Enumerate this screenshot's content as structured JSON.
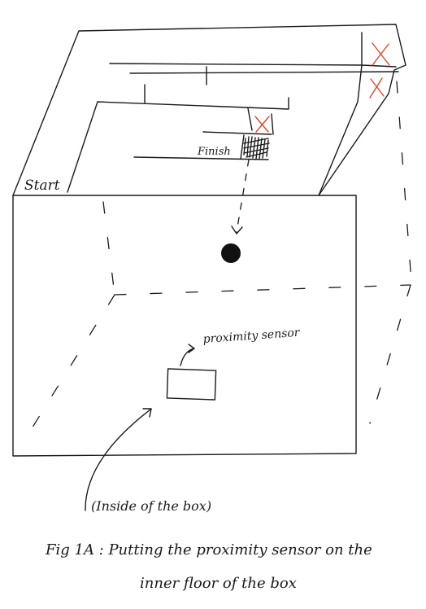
{
  "labels": {
    "start": "Start",
    "finish": "Finish",
    "sensor": "proximity sensor",
    "inside": "(Inside of the box)"
  },
  "caption": {
    "line1": "Fig 1A :  Putting the proximity sensor on the",
    "line2": "inner  floor  of  the  box"
  },
  "colors": {
    "ink": "#1a1a1a",
    "blocked_mark": "#e0442c"
  }
}
